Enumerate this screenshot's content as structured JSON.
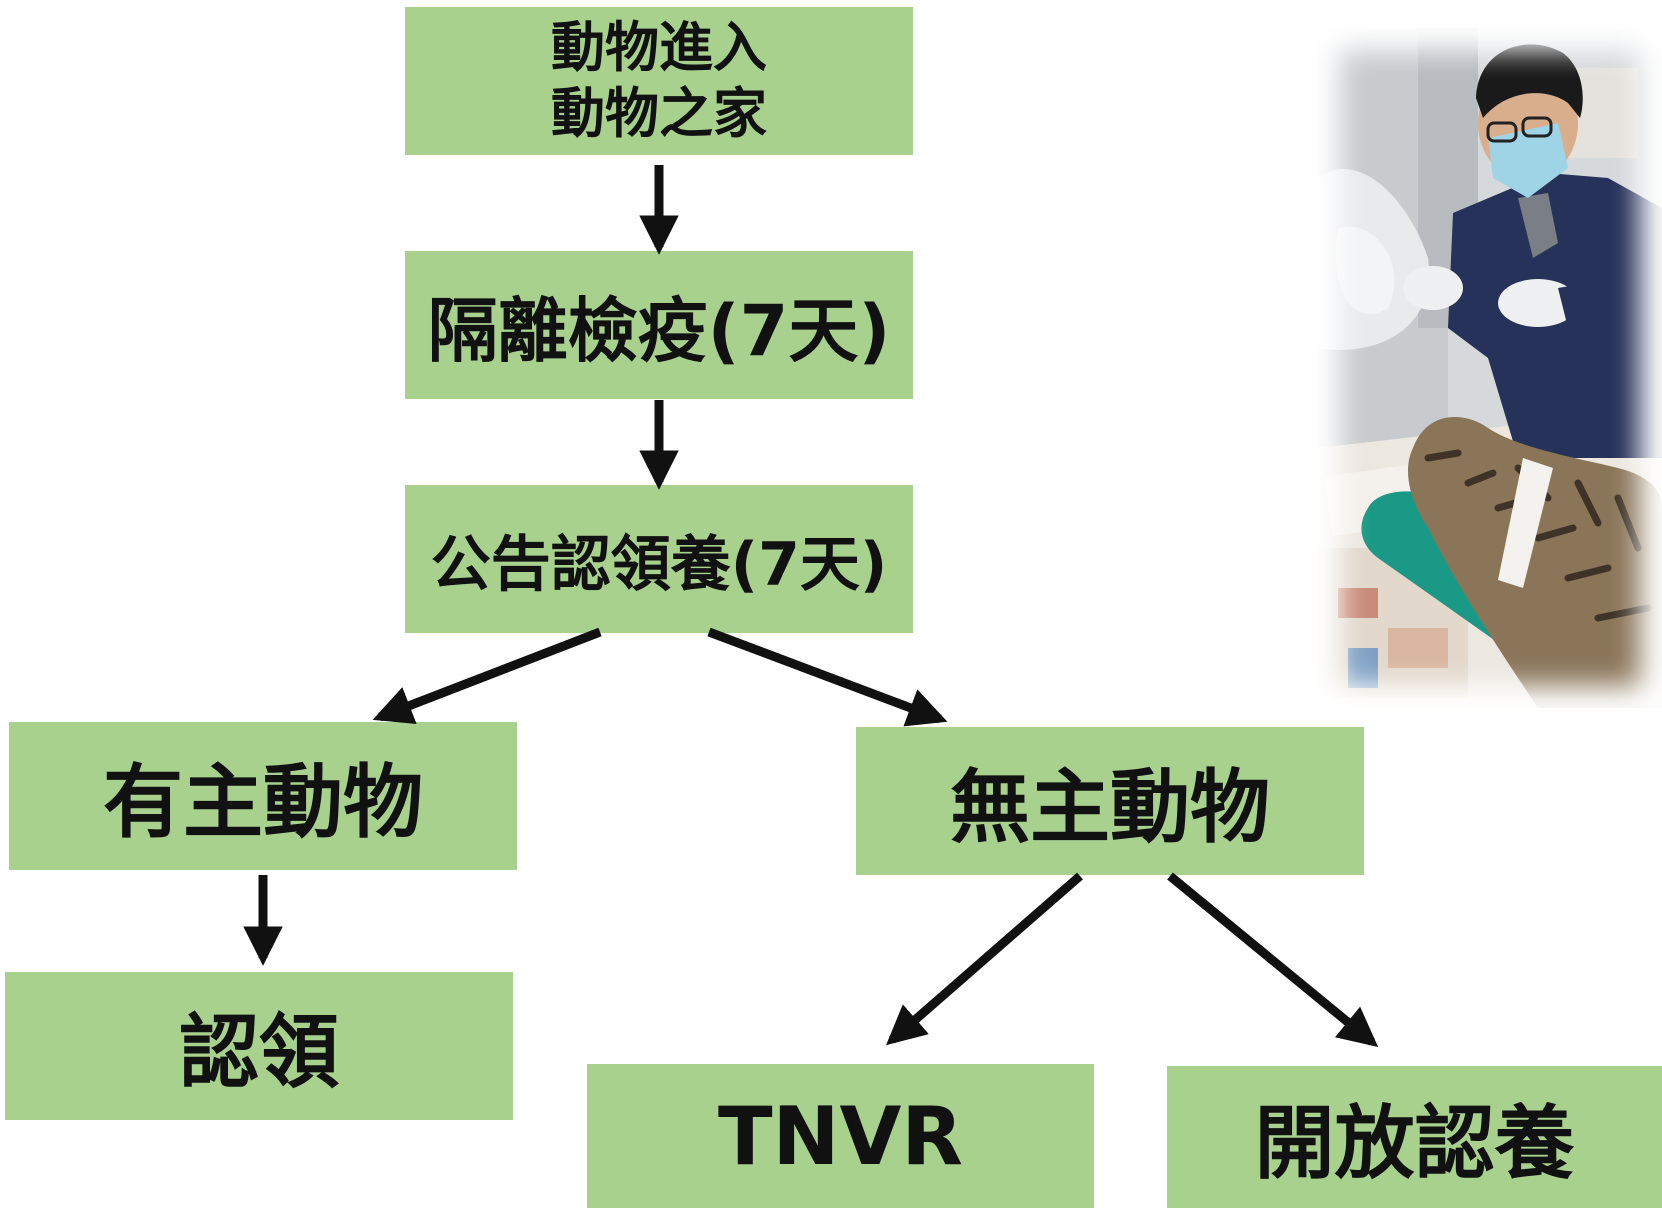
{
  "nodes": {
    "enter": {
      "line1": "動物進入",
      "line2": "動物之家"
    },
    "quarantine": {
      "label": "隔離檢疫(7天)"
    },
    "announce": {
      "label": "公告認領養(7天)"
    },
    "owned": {
      "label": "有主動物"
    },
    "stray": {
      "label": "無主動物"
    },
    "claim": {
      "label": "認領"
    },
    "tnvr": {
      "label": "TNVR"
    },
    "adopt": {
      "label": "開放認養"
    }
  },
  "edges": [
    {
      "from": "enter",
      "to": "quarantine"
    },
    {
      "from": "quarantine",
      "to": "announce"
    },
    {
      "from": "announce",
      "to": "owned"
    },
    {
      "from": "announce",
      "to": "stray"
    },
    {
      "from": "owned",
      "to": "claim"
    },
    {
      "from": "stray",
      "to": "tnvr"
    },
    {
      "from": "stray",
      "to": "adopt"
    }
  ],
  "colors": {
    "box_fill": "#a9d18e",
    "arrow": "#111111",
    "text": "#111111"
  },
  "photo": {
    "subject": "veterinarian-treating-tabby-cat"
  }
}
